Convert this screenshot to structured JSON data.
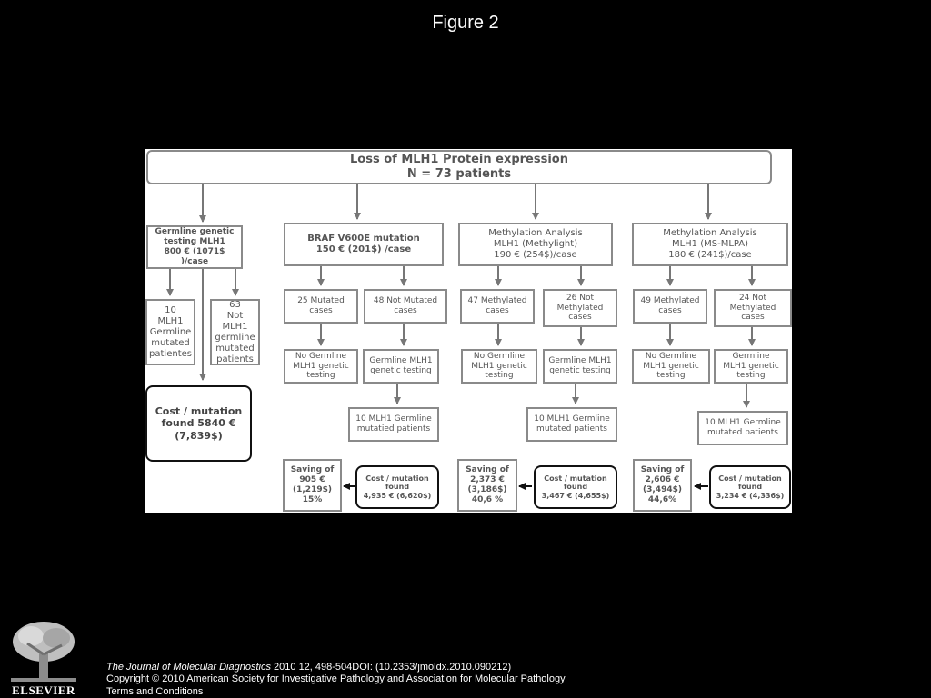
{
  "slide": {
    "title": "Figure 2"
  },
  "diagram": {
    "top": "Loss of MLH1 Protein expression\nN = 73 patients",
    "germline": {
      "header": "Germline genetic\ntesting MLH1\n800 € (1071$ )/case",
      "mutated": "10\nMLH1\nGermline\nmutated\npatientes",
      "not_mutated": "63\nNot MLH1\ngermline\nmutated\npatients",
      "cost": "Cost / mutation\nfound 5840 €\n(7,839$)"
    },
    "braf": {
      "header": "BRAF V600E mutation\n150 € (201$) /case",
      "left": "25 Mutated\ncases",
      "right": "48 Not Mutated\ncases",
      "no_testing": "No Germline\nMLH1 genetic\ntesting",
      "testing": "Germline MLH1\ngenetic testing",
      "found": "10 MLH1 Germline\nmutatied patients",
      "saving": "Saving of\n905 €\n(1,219$)\n15%",
      "cost": "Cost / mutation\nfound\n4,935 € (6,620$)"
    },
    "methylight": {
      "header": "Methylation Analysis\nMLH1 (Methylight)\n190 € (254$)/case",
      "left": "47 Methylated\ncases",
      "right": "26 Not\nMethylated\ncases",
      "no_testing": "No Germline\nMLH1 genetic\ntesting",
      "testing": "Germline MLH1\ngenetic testing",
      "found": "10 MLH1 Germline\nmutated patients",
      "saving": "Saving of\n2,373 €\n(3,186$)\n40,6 %",
      "cost": "Cost / mutation\nfound\n3,467 € (4,655$)"
    },
    "mslpa": {
      "header": "Methylation Analysis\nMLH1 (MS-MLPA)\n180 € (241$)/case",
      "left": "49 Methylated\ncases",
      "right": "24 Not\nMethylated\ncases",
      "no_testing": "No Germline\nMLH1 genetic\ntesting",
      "testing": "Germline\nMLH1   genetic\ntesting",
      "found": "10 MLH1 Germline\nmutated patients",
      "saving": "Saving of\n2,606 €\n(3,494$)\n44,6%",
      "cost": "Cost / mutation\nfound\n3,234 € (4,336$)"
    }
  },
  "footer": {
    "journal": "The Journal of Molecular Diagnostics",
    "citation": " 2010 12, 498-504DOI: (10.2353/jmoldx.2010.090212)",
    "copyright": "Copyright © 2010 American Society for Investigative Pathology and Association for Molecular Pathology",
    "terms": "Terms and Conditions"
  },
  "logo": {
    "text": "ELSEVIER"
  },
  "colors": {
    "background": "#000000",
    "figure": "#ffffff",
    "box_border": "#8a8a8a",
    "dark_border": "#111111",
    "text": "#555555"
  }
}
